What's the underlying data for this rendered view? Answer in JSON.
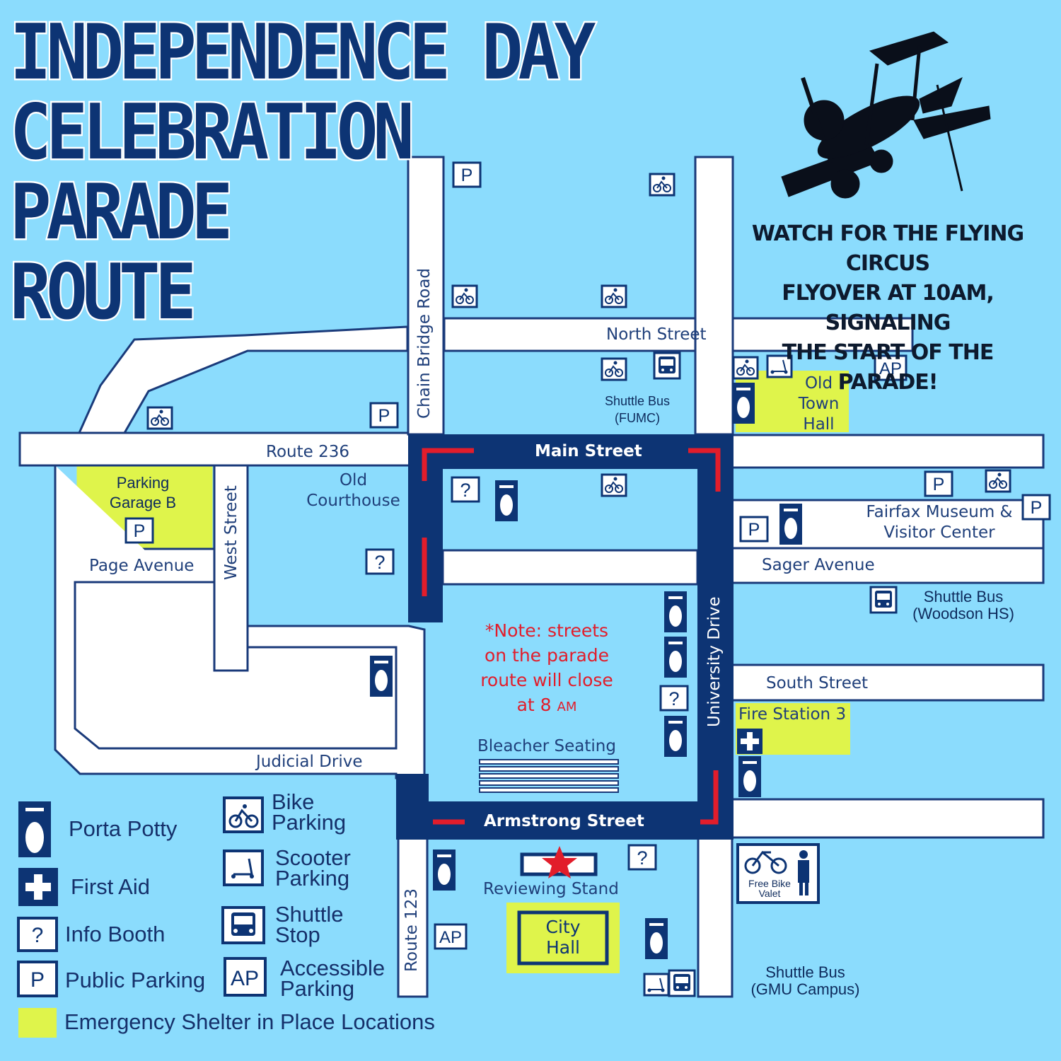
{
  "title_lines": [
    "INDEPENDENCE DAY",
    "CELEBRATION",
    "PARADE",
    "ROUTE"
  ],
  "flyover_lines": [
    "WATCH FOR THE FLYING CIRCUS",
    "FLYOVER AT 10AM, SIGNALING",
    "THE START OF THE PARADE!"
  ],
  "streets": {
    "north_street": "North Street",
    "route_236": "Route 236",
    "main_street": "Main Street",
    "sager_avenue": "Sager Avenue",
    "south_street": "South Street",
    "page_avenue": "Page Avenue",
    "judicial_drive": "Judicial Drive",
    "armstrong_street": "Armstrong Street",
    "chain_bridge_road": "Chain Bridge Road",
    "west_street": "West Street",
    "university_drive": "University Drive",
    "route_123": "Route 123"
  },
  "places": {
    "parking_garage_b": [
      "Parking",
      "Garage B"
    ],
    "old_courthouse": [
      "Old",
      "Courthouse"
    ],
    "old_town_hall": [
      "Old",
      "Town",
      "Hall"
    ],
    "fairfax_museum": [
      "Fairfax Museum &",
      "Visitor Center"
    ],
    "shuttle_fumc": [
      "Shuttle Bus",
      "(FUMC)"
    ],
    "shuttle_woodson": [
      "Shuttle Bus",
      "(Woodson HS)"
    ],
    "shuttle_gmu": [
      "Shuttle Bus",
      "(GMU Campus)"
    ],
    "fire_station": "Fire Station 3",
    "bleacher_seating": "Bleacher Seating",
    "reviewing_stand": "Reviewing Stand",
    "city_hall": [
      "City",
      "Hall"
    ],
    "bike_valet": [
      "Free Bike",
      "Valet"
    ]
  },
  "note_lines": [
    "*Note: streets",
    "on the parade",
    "route will close",
    "at 8 "
  ],
  "note_am": "AM",
  "legend": {
    "porta_potty": "Porta Potty",
    "first_aid": "First Aid",
    "info_booth": "Info Booth",
    "public_parking": "Public Parking",
    "bike_parking": [
      "Bike",
      "Parking"
    ],
    "scooter_parking": [
      "Scooter",
      "Parking"
    ],
    "shuttle_stop": [
      "Shuttle",
      "Stop"
    ],
    "accessible_parking": [
      "Accessible",
      "Parking"
    ],
    "emergency_shelter": "Emergency Shelter in Place Locations"
  },
  "icon_glyphs": {
    "parking": "P",
    "accessible_parking": "AP",
    "info": "?"
  },
  "icons": {
    "parking": [
      [
        660,
        247
      ],
      [
        543,
        587
      ],
      [
        197,
        750
      ],
      [
        1327,
        684
      ],
      [
        1465,
        717
      ],
      [
        1066,
        748
      ]
    ],
    "accessible_parking": [
      [
        1259,
        520
      ],
      [
        637,
        1324
      ]
    ],
    "info": [
      [
        658,
        692
      ],
      [
        537,
        794
      ],
      [
        953,
        987
      ],
      [
        908,
        1212
      ]
    ],
    "bike": [
      [
        936,
        261
      ],
      [
        657,
        419
      ],
      [
        868,
        419
      ],
      [
        868,
        522
      ],
      [
        1054,
        520
      ],
      [
        226,
        591
      ],
      [
        868,
        686
      ],
      [
        1411,
        680
      ]
    ],
    "porta_potty": [
      [
        1051,
        570
      ],
      [
        716,
        708
      ],
      [
        1118,
        741
      ],
      [
        955,
        865
      ],
      [
        955,
        929
      ],
      [
        539,
        956
      ],
      [
        955,
        1041
      ],
      [
        1060,
        1098
      ],
      [
        628,
        1230
      ],
      [
        928,
        1327
      ]
    ],
    "shuttle_bus": [
      [
        943,
        517
      ],
      [
        1249,
        848
      ],
      [
        964,
        1390
      ]
    ],
    "scooter": [
      [
        1102,
        518
      ],
      [
        928,
        1392
      ]
    ],
    "first_aid": [
      [
        1060,
        1048
      ]
    ]
  },
  "colors": {
    "water": "#8bdcfd",
    "road": "#ffffff",
    "road_edge": "#1a3a7a",
    "route": "#0d3474",
    "shelter": "#dff44b",
    "closure": "#e21d2b",
    "text": "#1f3f7a"
  }
}
